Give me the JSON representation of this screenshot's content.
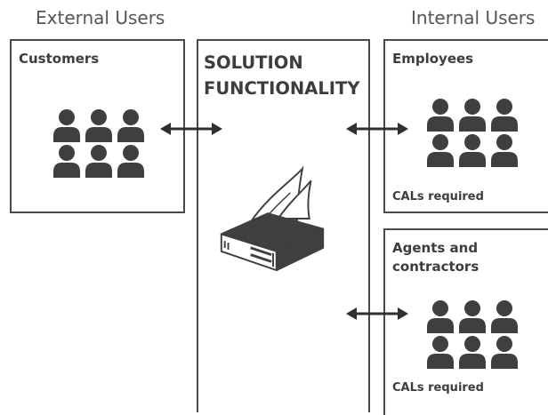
{
  "headings": {
    "external": "External Users",
    "internal": "Internal Users"
  },
  "customers": {
    "label": "Customers"
  },
  "solution": {
    "line1": "SOLUTION",
    "line2": "FUNCTIONALITY"
  },
  "employees": {
    "label": "Employees",
    "cal": "CALs required"
  },
  "agents": {
    "line1": "Agents and",
    "line2": "contractors",
    "cal": "CALs required"
  },
  "icons": {
    "person": "person-icon",
    "server": "server-icon",
    "arrow": "double-arrow-icon"
  },
  "colors": {
    "border": "#4a4a4a",
    "icon": "#3f3f3f",
    "text": "#3d3d3d"
  }
}
